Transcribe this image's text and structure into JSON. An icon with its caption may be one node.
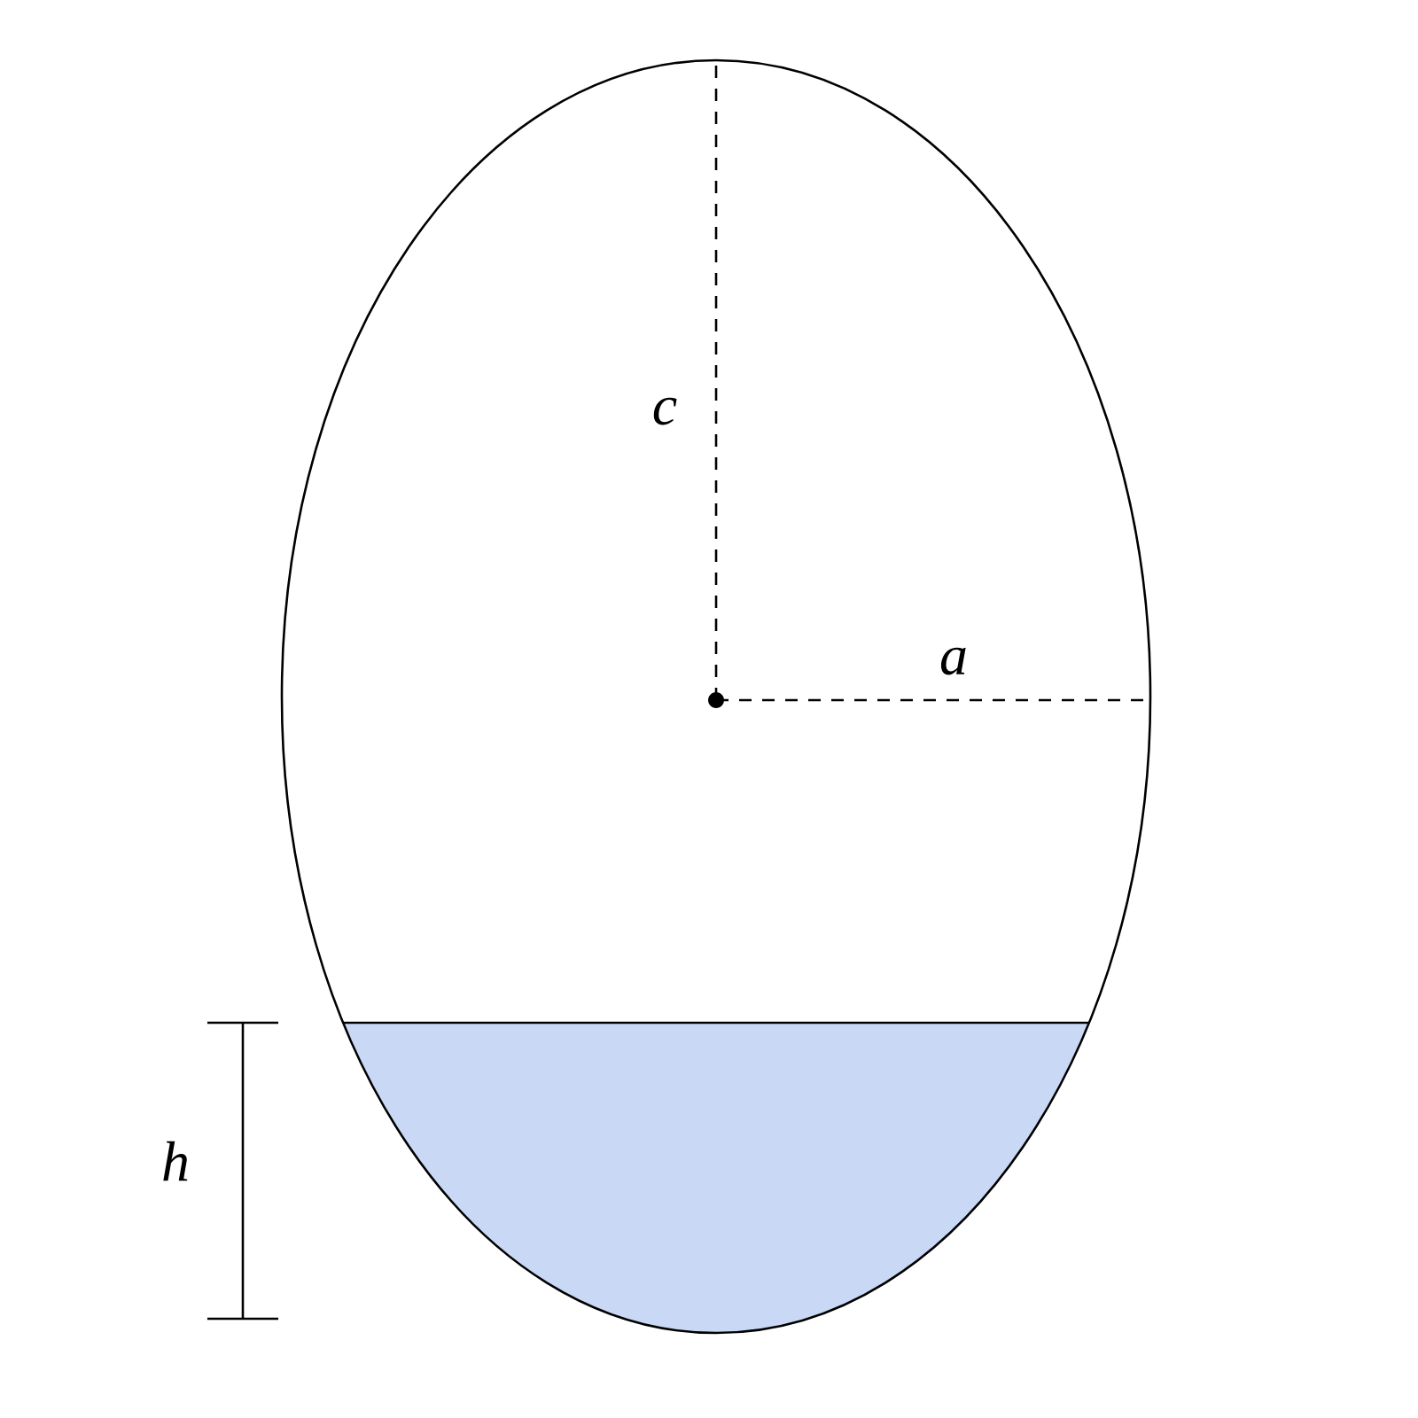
{
  "diagram": {
    "labels": [
      "c",
      "a",
      "h"
    ]
  }
}
